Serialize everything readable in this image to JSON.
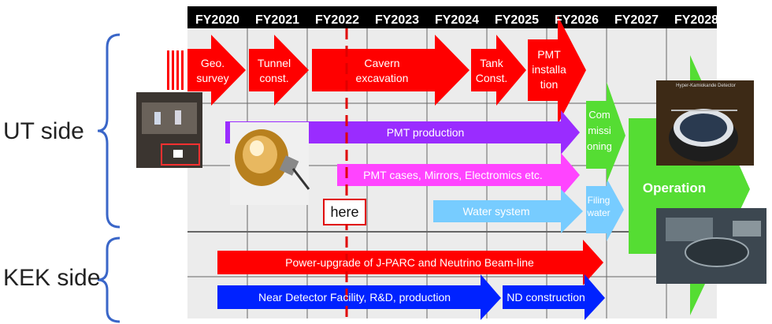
{
  "years": [
    "FY2020",
    "FY2021",
    "FY2022",
    "FY2023",
    "FY2024",
    "FY2025",
    "FY2026",
    "FY2027",
    "FY2028"
  ],
  "sides": {
    "ut": "UT side",
    "kek": "KEK side"
  },
  "tasks": {
    "geo": "Geo.\nsurvey",
    "tunnel": "Tunnel\nconst.",
    "cavern": "Cavern\nexcavation",
    "tank": "Tank\nConst.",
    "pmt_install": "PMT\ninstalla\ntion",
    "pmt_prod": "PMT production",
    "pmt_cases": "PMT cases, Mirrors, Electromics etc.",
    "water": "Water system",
    "commission": "Com\nmissi\noning",
    "filling": "Filing\nwater",
    "operation": "Operation",
    "power": "Power-upgrade of J-PARC and Neutrino Beam-line",
    "near": "Near Detector Facility, R&D, production",
    "nd_const": "ND construction"
  },
  "here": "here",
  "photo_caption": "Hyper-Kamiokande Detector",
  "colors": {
    "red": "#ff0000",
    "purple": "#9a2cff",
    "magenta": "#ff33ff",
    "cyan": "#66ccff",
    "green": "#55dd33",
    "blue": "#0022ff"
  }
}
